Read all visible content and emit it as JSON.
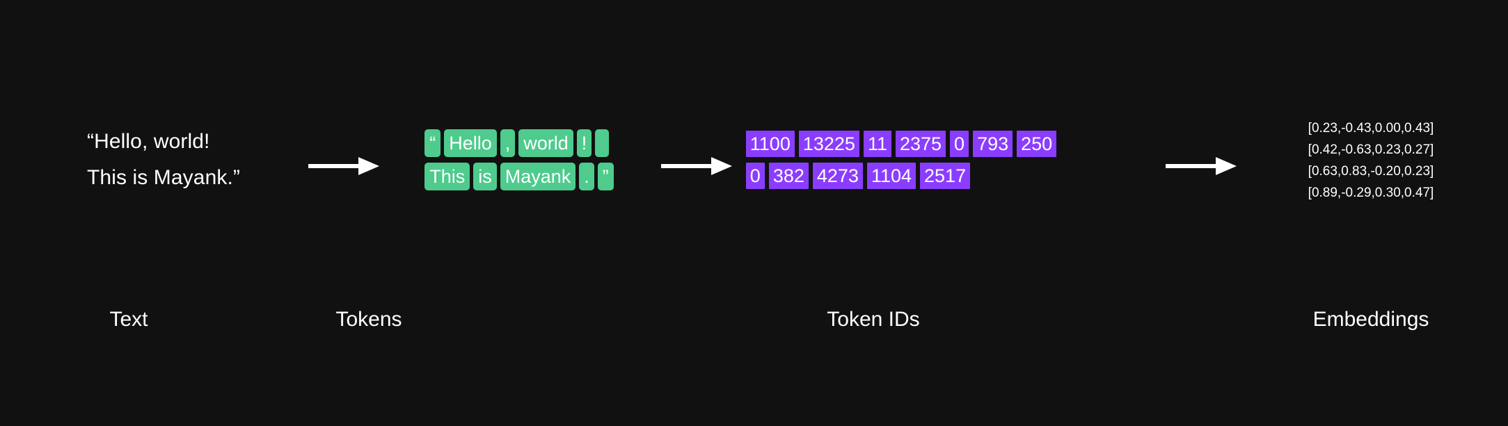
{
  "diagram": {
    "background_color": "#111111",
    "token_chip_color": "#4ECB8D",
    "token_id_chip_color": "#8B3DFF",
    "text_color": "#FFFFFF",
    "stages": {
      "text": {
        "label": "Text",
        "lines": [
          "“Hello, world!",
          "This is Mayank.”"
        ]
      },
      "tokens": {
        "label": "Tokens",
        "rows": [
          [
            "“",
            "Hello",
            ",",
            "world",
            "!",
            ""
          ],
          [
            "This",
            "is",
            "Mayank",
            ".",
            "”"
          ]
        ]
      },
      "token_ids": {
        "label": "Token IDs",
        "rows": [
          [
            "1100",
            "13225",
            "11",
            "2375",
            "0",
            "793",
            "250"
          ],
          [
            "0",
            "382",
            "4273",
            "1104",
            "2517"
          ]
        ]
      },
      "embeddings": {
        "label": "Embeddings",
        "lines": [
          "[0.23,-0.43,0.00,0.43]",
          "[0.42,-0.63,0.23,0.27]",
          "[0.63,0.83,-0.20,0.23]",
          "[0.89,-0.29,0.30,0.47]"
        ]
      }
    },
    "arrows": [
      {
        "name": "arrow-text-to-tokens"
      },
      {
        "name": "arrow-tokens-to-ids"
      },
      {
        "name": "arrow-ids-to-embeddings"
      }
    ]
  }
}
